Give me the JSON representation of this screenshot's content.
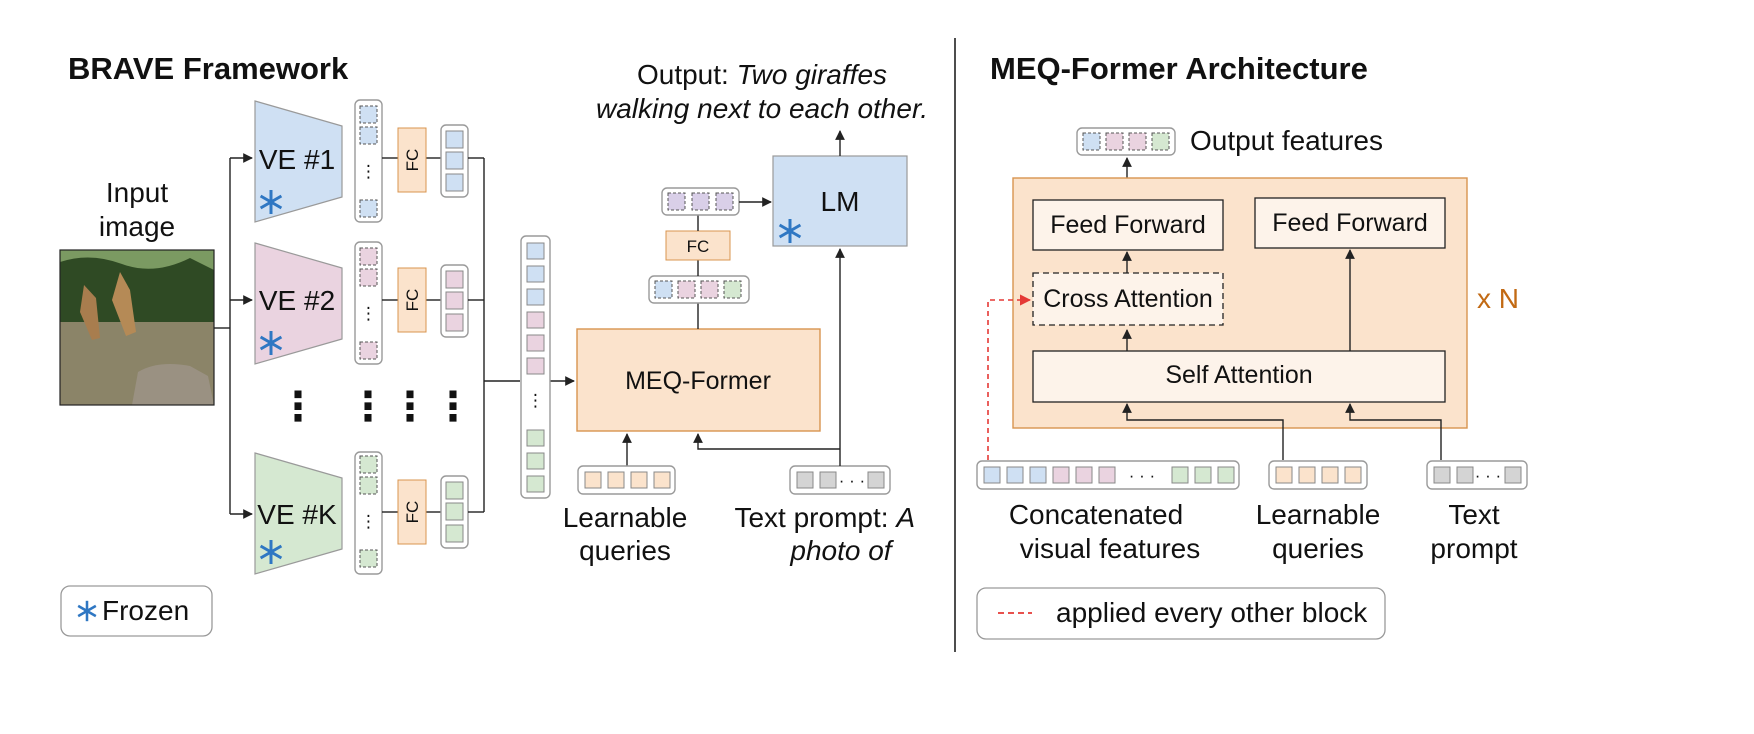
{
  "brave": {
    "title": "BRAVE Framework",
    "input_label_line1": "Input",
    "input_label_line2": "image",
    "encoders": [
      {
        "label": "VE #1",
        "color": "#cfe0f3"
      },
      {
        "label": "VE #2",
        "color": "#ead3e0"
      },
      {
        "label": "VE #K",
        "color": "#d5e8d1"
      }
    ],
    "fc_label": "FC",
    "vertical_dots": "⋮",
    "frozen_icon": "snowflake-icon",
    "legend_frozen": "Frozen",
    "meq_former_label": "MEQ-Former",
    "lm_label": "LM",
    "output_prefix": "Output:",
    "output_italic_line1": "Two giraffes",
    "output_italic_line2": "walking next to each other.",
    "learnable_line1": "Learnable",
    "learnable_line2": "queries",
    "text_prompt_prefix": "Text prompt:",
    "text_prompt_italic1": "A",
    "text_prompt_italic2": "photo of",
    "token_dots": "· · ·"
  },
  "meq": {
    "title": "MEQ-Former Architecture",
    "output_features": "Output features",
    "feed_forward_left": "Feed Forward",
    "feed_forward_right": "Feed Forward",
    "cross_attention": "Cross Attention",
    "self_attention": "Self Attention",
    "repeat_label": "x N",
    "concat_line1": "Concatenated",
    "concat_line2": "visual features",
    "learnable_line1": "Learnable",
    "learnable_line2": "queries",
    "text_line1": "Text",
    "text_line2": "prompt",
    "legend_dashed": "applied every other block",
    "token_dots": "· · ·"
  },
  "colors": {
    "blue_token": "#cfe0f3",
    "pink_token": "#ead3e0",
    "green_token": "#d5e8d1",
    "orange_fill": "#fbe3cc",
    "orange_stroke": "#d8944f",
    "lm_fill": "#cfe0f3",
    "gray_token": "#d4d4d4",
    "block_fill": "#fdf3ea",
    "red_dashed": "#e53935",
    "frozen_blue": "#2f77c3",
    "repeat_label": "#c26a14"
  }
}
